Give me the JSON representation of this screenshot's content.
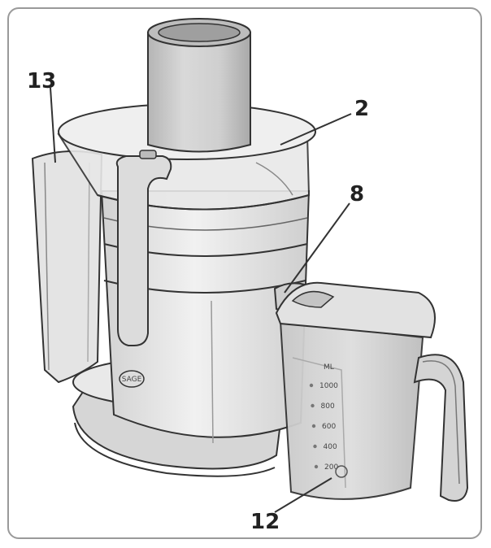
{
  "callouts": [
    {
      "id": "13"
    },
    {
      "id": "2"
    },
    {
      "id": "8"
    },
    {
      "id": "12"
    }
  ],
  "brand": "SAGE",
  "jug": {
    "unit": "ML",
    "marks": [
      "1000",
      "800",
      "600",
      "400",
      "200"
    ]
  },
  "colors": {
    "outline": "#333333",
    "body_light": "#e6e6e6",
    "body_mid": "#c8c8c8",
    "body_dark": "#9e9e9e",
    "frame": "#9a9a9a"
  }
}
